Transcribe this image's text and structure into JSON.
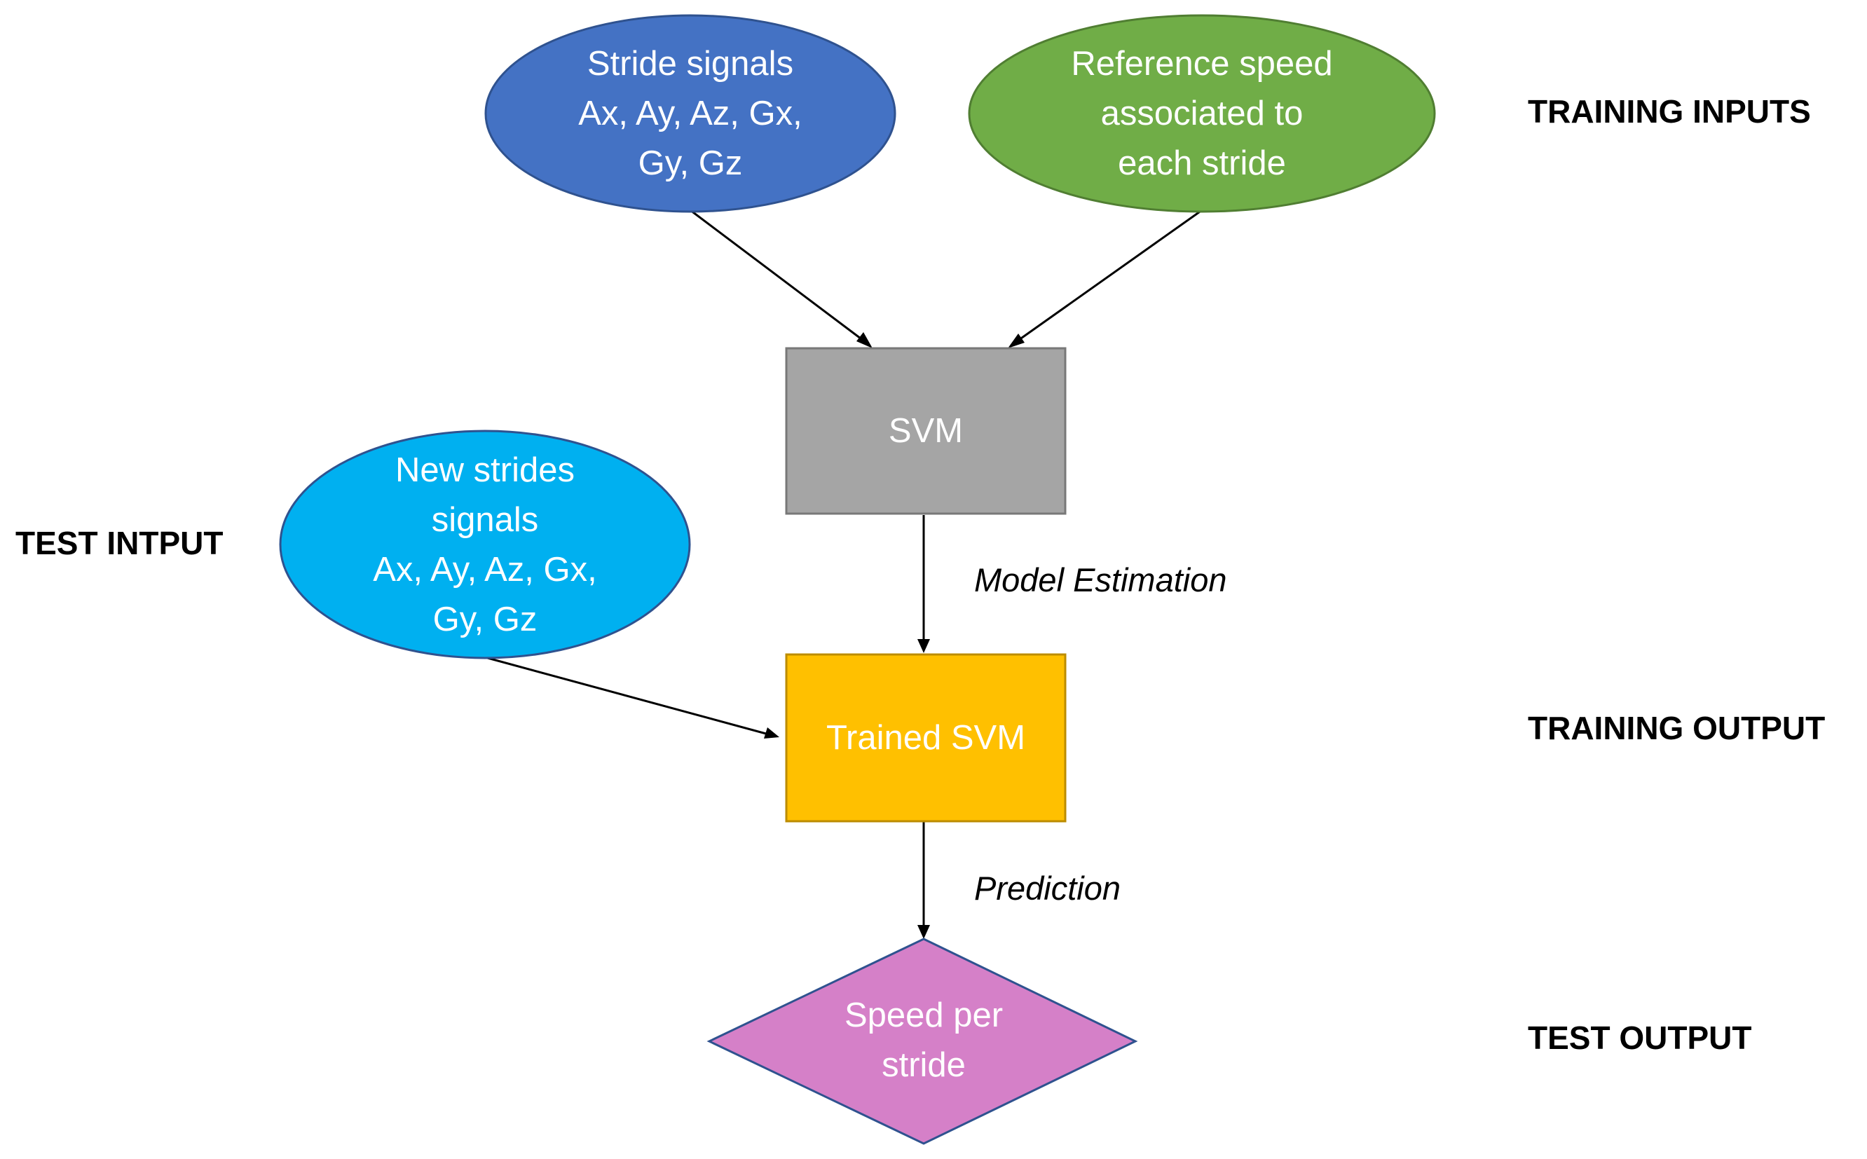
{
  "nodes": {
    "stride_signals": {
      "text": "Stride signals\nAx, Ay, Az, Gx,\nGy, Gz",
      "color": "#4472C4"
    },
    "reference_speed": {
      "text": "Reference speed\nassociated to\neach stride",
      "color": "#70AD47"
    },
    "svm": {
      "text": "SVM",
      "color": "#A5A5A5"
    },
    "new_strides": {
      "text": "New strides\nsignals\nAx, Ay, Az, Gx,\nGy, Gz",
      "color": "#00B0F0"
    },
    "trained_svm": {
      "text": "Trained SVM",
      "color": "#FFC000"
    },
    "speed_per_stride": {
      "text": "Speed per\nstride",
      "color": "#D580C8"
    }
  },
  "edge_labels": {
    "model_estimation": "Model Estimation",
    "prediction": "Prediction"
  },
  "side_labels": {
    "training_inputs": "TRAINING INPUTS",
    "test_input": "TEST INTPUT",
    "training_output": "TRAINING OUTPUT",
    "test_output": "TEST OUTPUT"
  }
}
